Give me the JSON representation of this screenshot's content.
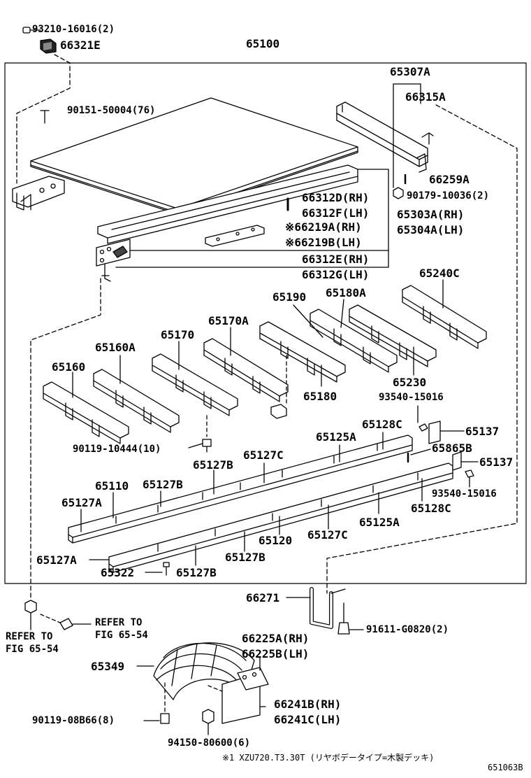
{
  "colors": {
    "ink": "#000000",
    "paper": "#ffffff"
  },
  "labels": {
    "p93210": "93210-16016(2)",
    "p66321E": "66321E",
    "p65100": "65100",
    "p90151": "90151-50004(76)",
    "p65307A": "65307A",
    "p66315A": "66315A",
    "p66259A": "66259A",
    "p90179": "90179-10036(2)",
    "p66312D": "66312D(RH)",
    "p66312F": "66312F(LH)",
    "p65303A": "65303A(RH)",
    "p65304A": "65304A(LH)",
    "p66219A": "※66219A(RH)",
    "p66219B": "※66219B(LH)",
    "p66312E": "66312E(RH)",
    "p66312G": "66312G(LH)",
    "p65240C": "65240C",
    "p65190": "65190",
    "p65180A": "65180A",
    "p65170A": "65170A",
    "p65170": "65170",
    "p65160A": "65160A",
    "p65160": "65160",
    "p65230": "65230",
    "p65180": "65180",
    "p93540a": "93540-15016",
    "p65137a": "65137",
    "p90119a": "90119-10444(10)",
    "p65128Ca": "65128C",
    "p65125Aa": "65125A",
    "p65127Ca": "65127C",
    "p65865B": "65865B",
    "p65137b": "65137",
    "p65127Ba": "65127B",
    "p65110": "65110",
    "p65127Bb": "65127B",
    "p93540b": "93540-15016",
    "p65127Aa": "65127A",
    "p65128Cb": "65128C",
    "p65125Ab": "65125A",
    "p65120": "65120",
    "p65127Cb": "65127C",
    "p65127Ab": "65127A",
    "p65127Bc": "65127B",
    "p65322": "65322",
    "p65127Bd": "65127B",
    "p66271": "66271",
    "refer1a": "REFER TO",
    "refer1b": "FIG 65-54",
    "refer2a": "REFER TO",
    "refer2b": "FIG 65-54",
    "p91611": "91611-G0820(2)",
    "p66225A": "66225A(RH)",
    "p66225B": "66225B(LH)",
    "p65349": "65349",
    "p66241B": "66241B(RH)",
    "p66241C": "66241C(LH)",
    "p90119b": "90119-08B66(8)",
    "p94150": "94150-80600(6)",
    "footnote": "※1 XZU720.T3.30T (リヤボデータイプ=木製デッキ)",
    "figno": "651063B"
  }
}
